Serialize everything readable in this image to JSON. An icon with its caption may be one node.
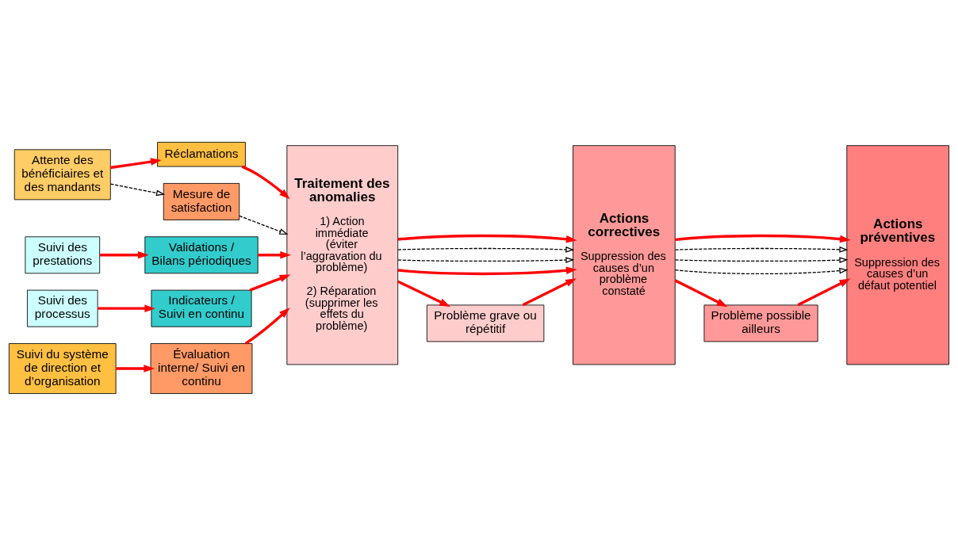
{
  "diagram": {
    "nodes": [
      {
        "text": [
          "Attente des bénéficiaires et des mandants"
        ]
      },
      {
        "text": [
          "Réclamations"
        ]
      },
      {
        "text": [
          "Mesure de satisfaction"
        ]
      },
      {
        "text": [
          "Suivi des prestations"
        ]
      },
      {
        "text": [
          "Validations / Bilans périodiques"
        ]
      },
      {
        "text": [
          "Suivi des processus"
        ]
      },
      {
        "text": [
          "Indicateurs / Suivi en continu"
        ]
      },
      {
        "text": [
          "Suivi du système de direction et d’organisation"
        ]
      },
      {
        "text": [
          "Évaluation interne/ Suivi en continu"
        ]
      },
      {
        "text": [
          "Traitement des anomalies",
          "1) Action immédiate (éviter l’aggravation du problème)",
          "2) Réparation (supprimer les effets du problème)"
        ]
      },
      {
        "text": [
          "Actions correctives",
          "Suppression des causes d’un problème constaté"
        ]
      },
      {
        "text": [
          "Actions préventives",
          "Suppression des causes d’un défaut potentiel"
        ]
      },
      {
        "text": [
          "Problème grave ou répétitif"
        ]
      },
      {
        "text": [
          "Problème possible ailleurs"
        ]
      }
    ],
    "edges": [
      {
        "from": 0,
        "to": 1,
        "arrow": "to"
      },
      {
        "from": 0,
        "to": 2,
        "arrow": "to",
        "style": "dashed",
        "color": "#000000"
      },
      {
        "from": 3,
        "to": 4,
        "arrow": "to"
      },
      {
        "from": 5,
        "to": 6,
        "arrow": "to"
      },
      {
        "from": 7,
        "to": 8,
        "arrow": "to"
      },
      {
        "from": 1,
        "to": 9,
        "arrow": "to"
      },
      {
        "from": 2,
        "to": 9,
        "arrow": "to",
        "style": "dashed",
        "color": "#000000"
      },
      {
        "from": 4,
        "to": 9,
        "arrow": "to"
      },
      {
        "from": 6,
        "to": 9,
        "arrow": "to"
      },
      {
        "from": 8,
        "to": 9,
        "arrow": "to"
      },
      {
        "from": 9,
        "to": 10,
        "arrow": "to"
      },
      {
        "from": 9,
        "to": 10,
        "arrow": "to",
        "style": "dashed",
        "color": "#000000"
      },
      {
        "from": 9,
        "to": 10,
        "arrow": "to",
        "style": "dashed",
        "color": "#000000"
      },
      {
        "from": 9,
        "to": 10,
        "arrow": "to"
      },
      {
        "from": 10,
        "to": 11,
        "arrow": "to",
        "style": "dashed",
        "color": "#000000"
      },
      {
        "from": 10,
        "to": 11,
        "arrow": "to",
        "style": "dashed",
        "color": "#000000"
      },
      {
        "from": 10,
        "to": 11,
        "arrow": "to",
        "style": "dashed",
        "color": "#000000"
      },
      {
        "from": 10,
        "to": 11,
        "arrow": "to"
      },
      {
        "from": 9,
        "to": 12,
        "arrow": "to"
      },
      {
        "from": 12,
        "to": 10,
        "arrow": "to"
      },
      {
        "from": 10,
        "to": 13,
        "arrow": "to"
      },
      {
        "from": 13,
        "to": 11,
        "arrow": "to"
      }
    ]
  }
}
